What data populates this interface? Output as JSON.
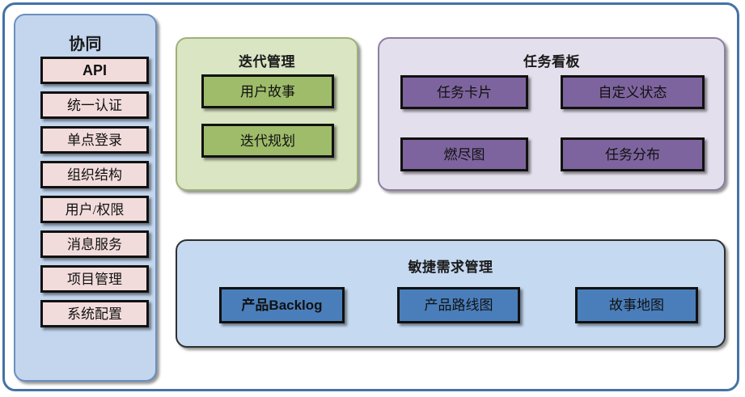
{
  "diagram": {
    "title_colors": {
      "frame_border": "#4472a6",
      "sidebar_bg": "#c3d6ee",
      "sidebar_card_bg": "#f2dcdb",
      "iteration_bg": "#d9e5c3",
      "iteration_card_bg": "#9ebc6a",
      "taskboard_bg": "#e4dfec",
      "taskboard_card_bg": "#7e649e",
      "agile_bg": "#c5d9f1",
      "agile_card_bg": "#4a7ebb"
    }
  },
  "sidebar": {
    "title": "协同",
    "items": [
      {
        "label": "API"
      },
      {
        "label": "统一认证"
      },
      {
        "label": "单点登录"
      },
      {
        "label": "组织结构"
      },
      {
        "label": "用户/权限"
      },
      {
        "label": "消息服务"
      },
      {
        "label": "项目管理"
      },
      {
        "label": "系统配置"
      }
    ]
  },
  "iteration": {
    "title": "迭代管理",
    "items": [
      {
        "label": "用户故事"
      },
      {
        "label": "迭代规划"
      }
    ]
  },
  "taskboard": {
    "title": "任务看板",
    "items": [
      {
        "label": "任务卡片"
      },
      {
        "label": "自定义状态"
      },
      {
        "label": "燃尽图"
      },
      {
        "label": "任务分布"
      }
    ]
  },
  "agile": {
    "title": "敏捷需求管理",
    "items": [
      {
        "label": "产品Backlog"
      },
      {
        "label": "产品路线图"
      },
      {
        "label": "故事地图"
      }
    ]
  }
}
